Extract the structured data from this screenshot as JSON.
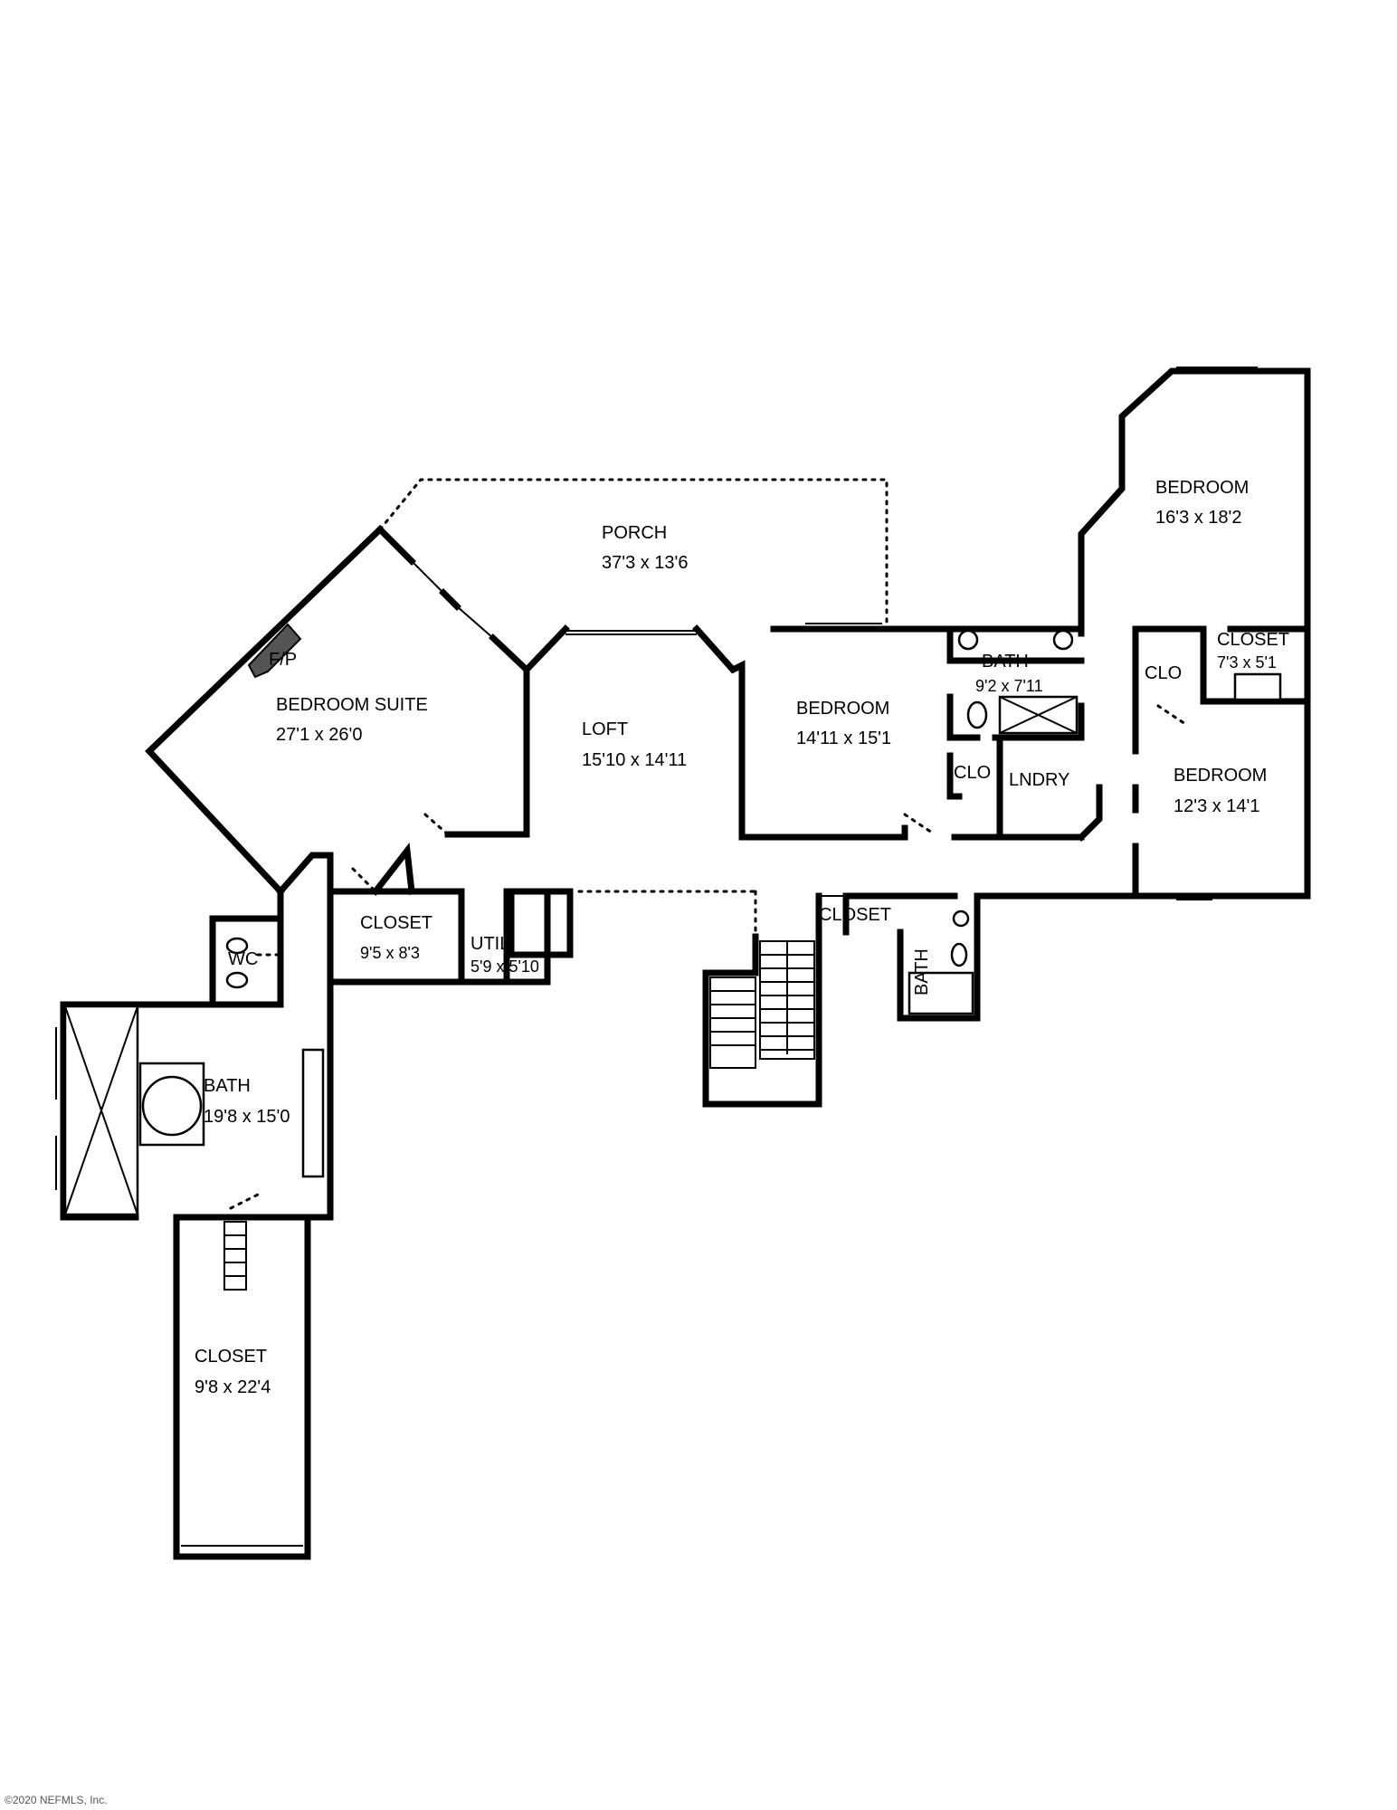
{
  "rooms": {
    "porch": {
      "name": "PORCH",
      "size": "37'3 x 13'6"
    },
    "bedroom_suite": {
      "name": "BEDROOM SUITE",
      "size": "27'1 x 26'0"
    },
    "fireplace": {
      "name": "F/P"
    },
    "loft": {
      "name": "LOFT",
      "size": "15'10 x 14'11"
    },
    "bedroom_center": {
      "name": "BEDROOM",
      "size": "14'11 x 15'1"
    },
    "bath_center": {
      "name": "BATH",
      "size": "9'2 x 7'11"
    },
    "clo_center": {
      "name": "CLO"
    },
    "laundry": {
      "name": "LNDRY"
    },
    "bedroom_ne": {
      "name": "BEDROOM",
      "size": "16'3 x 18'2"
    },
    "closet_ne": {
      "name": "CLOSET",
      "size": "7'3 x 5'1"
    },
    "clo_east": {
      "name": "CLO"
    },
    "bedroom_east": {
      "name": "BEDROOM",
      "size": "12'3 x 14'1"
    },
    "closet_suite": {
      "name": "CLOSET",
      "size": "9'5 x 8'3"
    },
    "util": {
      "name": "UTIL",
      "size": "5'9 x 5'10"
    },
    "closet_hall": {
      "name": "CLOSET"
    },
    "bath_hall": {
      "name": "BATH"
    },
    "wc": {
      "name": "WC"
    },
    "bath_master": {
      "name": "BATH",
      "size": "19'8 x 15'0"
    },
    "closet_master": {
      "name": "CLOSET",
      "size": "9'8 x 22'4"
    }
  },
  "copyright": "©2020 NEFMLS, Inc."
}
